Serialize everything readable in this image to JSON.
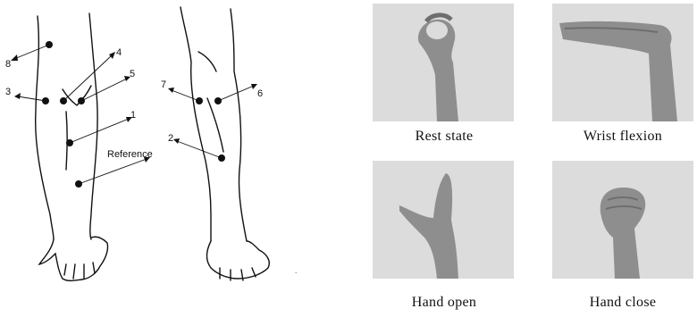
{
  "diagram": {
    "electrode_labels": [
      "1",
      "2",
      "3",
      "4",
      "5",
      "6",
      "7",
      "8"
    ],
    "reference_label": "Reference"
  },
  "gestures": [
    {
      "caption": "Rest state"
    },
    {
      "caption": "Wrist flexion"
    },
    {
      "caption": "Hand open"
    },
    {
      "caption": "Hand close"
    }
  ],
  "colors": {
    "ink": "#111111",
    "photo_bg": "#d7d7d7",
    "skin": "#9a9a9a"
  }
}
